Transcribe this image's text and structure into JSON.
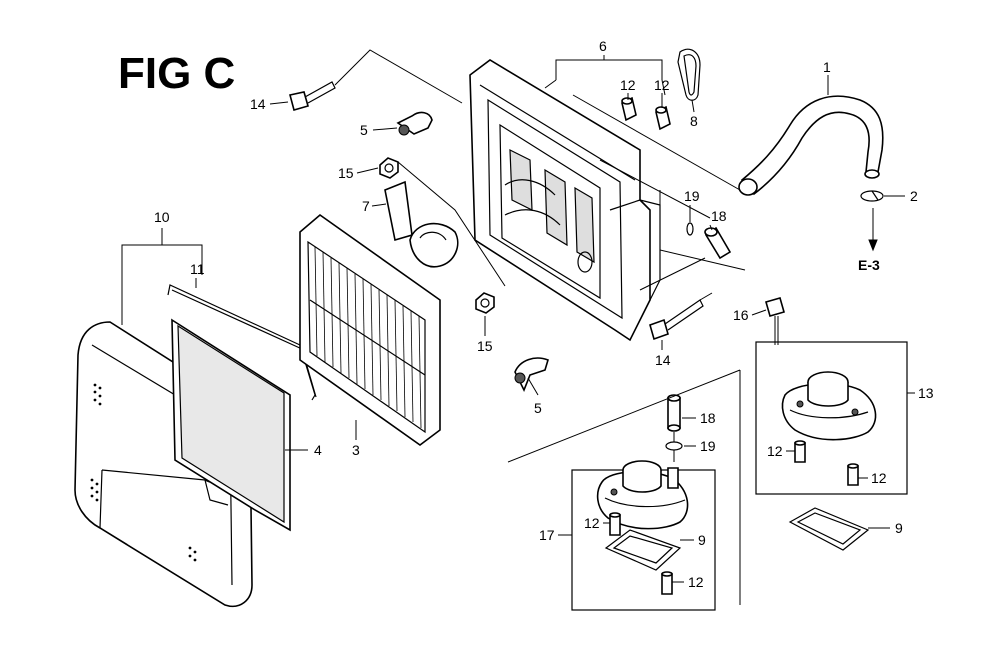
{
  "figure": {
    "title": "FIG C",
    "reference": "E-3"
  },
  "callouts": {
    "c1": "1",
    "c2": "2",
    "c3": "3",
    "c4": "4",
    "c5a": "5",
    "c5b": "5",
    "c6": "6",
    "c7": "7",
    "c8": "8",
    "c9a": "9",
    "c9b": "9",
    "c10": "10",
    "c11": "11",
    "c12a": "12",
    "c12b": "12",
    "c12c": "12",
    "c12d": "12",
    "c12e": "12",
    "c12f": "12",
    "c13": "13",
    "c14a": "14",
    "c14b": "14",
    "c15a": "15",
    "c15b": "15",
    "c16": "16",
    "c17": "17",
    "c18a": "18",
    "c18b": "18",
    "c19a": "19",
    "c19b": "19"
  }
}
